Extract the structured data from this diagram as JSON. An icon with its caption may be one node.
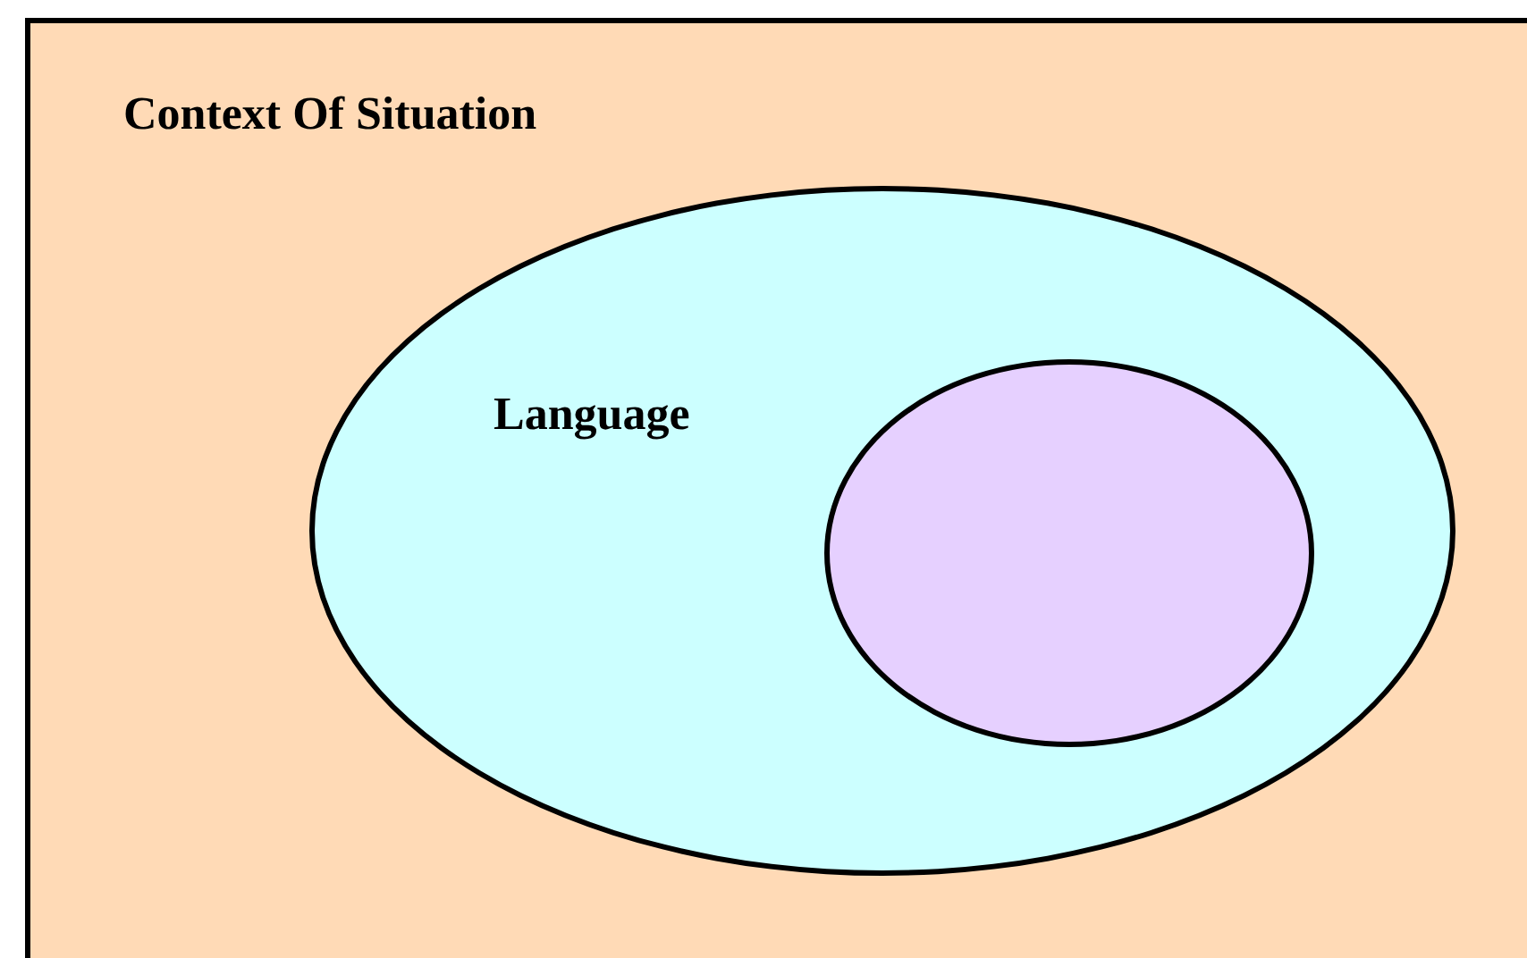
{
  "diagram": {
    "nodes": [
      {
        "text": [
          "Context Of Situation"
        ]
      },
      {
        "text": [
          "Language"
        ],
        "in": 0
      },
      {
        "text": [],
        "shape": "ellipse",
        "in": 1
      }
    ]
  }
}
